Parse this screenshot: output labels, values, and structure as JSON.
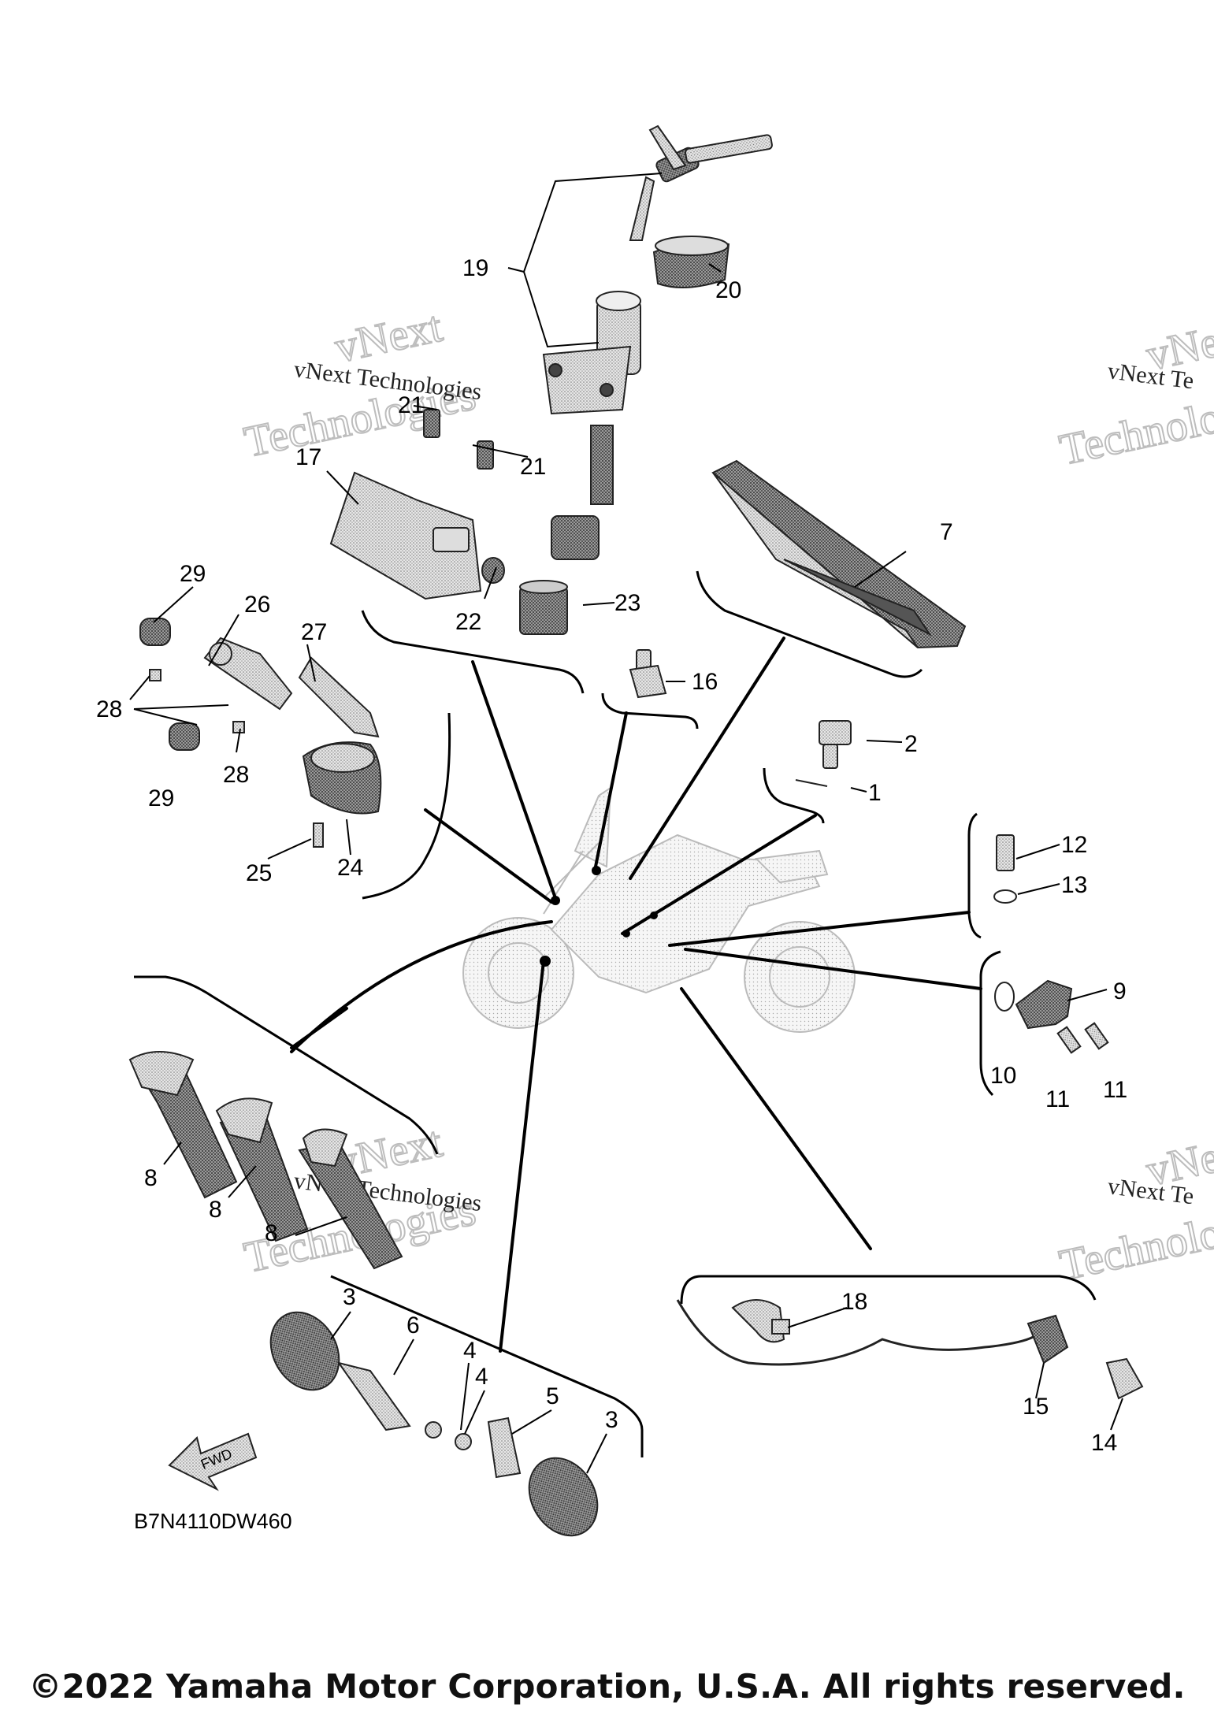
{
  "diagram": {
    "diagram_code": "B7N4110DW460",
    "fwd_label": "FWD",
    "callouts": [
      "1",
      "2",
      "3",
      "3",
      "4",
      "4",
      "5",
      "6",
      "7",
      "8",
      "8",
      "8",
      "9",
      "10",
      "11",
      "11",
      "12",
      "13",
      "14",
      "15",
      "16",
      "17",
      "18",
      "19",
      "20",
      "21",
      "21",
      "22",
      "23",
      "24",
      "25",
      "26",
      "27",
      "28",
      "28",
      "29",
      "29"
    ],
    "icons": [
      "key-icon",
      "ignition-switch-icon",
      "bracket-icon",
      "bolt-icon",
      "meter-unit-icon",
      "horn-icon",
      "motorcycle-icon",
      "handlebar-switch-icon",
      "reflector-icon",
      "sensor-icon",
      "clamp-icon",
      "lead-wire-icon",
      "arrow-fwd-icon"
    ]
  },
  "watermark": {
    "line1": "vNext",
    "line2": "Technologies",
    "caption": "vNext Technologies",
    "caption_cut": "vNext Te"
  },
  "footer": {
    "copyright": "©2022 Yamaha Motor Corporation, U.S.A. All rights reserved."
  }
}
